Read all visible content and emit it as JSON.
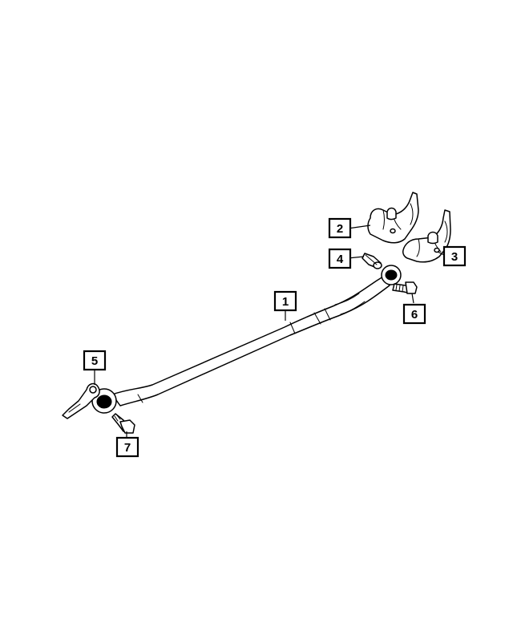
{
  "diagram": {
    "callouts": [
      {
        "id": "1",
        "label": "1"
      },
      {
        "id": "2",
        "label": "2"
      },
      {
        "id": "3",
        "label": "3"
      },
      {
        "id": "4",
        "label": "4"
      },
      {
        "id": "5",
        "label": "5"
      },
      {
        "id": "6",
        "label": "6"
      },
      {
        "id": "7",
        "label": "7"
      }
    ],
    "colors": {
      "line": "#000000",
      "background": "#ffffff"
    }
  }
}
